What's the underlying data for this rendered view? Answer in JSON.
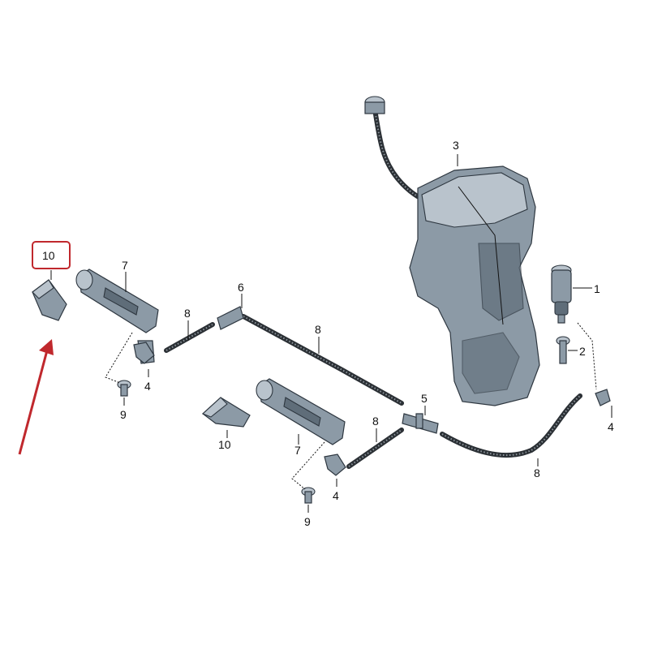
{
  "diagram": {
    "callouts": {
      "pump_1": "1",
      "screw_2": "2",
      "reservoir_3": "3",
      "connector_4a": "4",
      "connector_4b": "4",
      "connector_4c": "4",
      "connector_5": "5",
      "connector_6": "6",
      "nozzle_7a": "7",
      "nozzle_7b": "7",
      "hose_8a": "8",
      "hose_8b": "8",
      "hose_8c": "8",
      "hose_8d": "8",
      "screw_9a": "9",
      "screw_9b": "9",
      "cover_10_highlighted": "10",
      "cover_10": "10"
    },
    "colors": {
      "part": "#8c9aa6",
      "hose": "#2b3035",
      "highlight": "#c0282d"
    }
  }
}
